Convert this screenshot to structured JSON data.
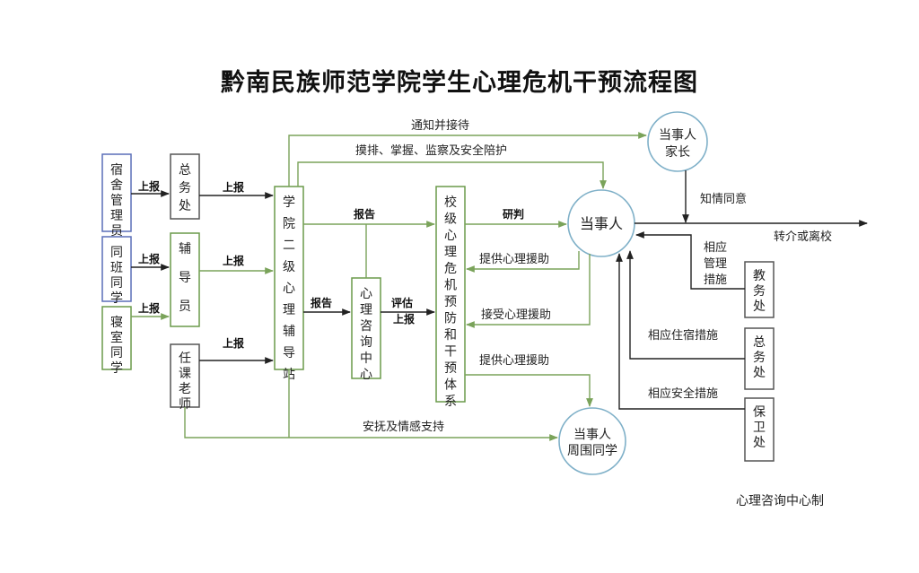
{
  "title": "黔南民族师范学院学生心理危机干预流程图",
  "footer": "心理咨询中心制",
  "boxes": {
    "dorm_manager": "宿舍管理员",
    "classmates": "同班同学",
    "roommates": "寝室同学",
    "general_affairs_top": "总务处",
    "counselor": "辅导员",
    "teacher": "任课老师",
    "college_station": "学院二级心理辅导站",
    "counseling_center": "心理咨询中心",
    "school_system": "校级心理危机预防和干预体系",
    "academic_affairs": "教务处",
    "general_affairs_right": "总务处",
    "security": "保卫处"
  },
  "circles": {
    "parents": [
      "当事人",
      "家长"
    ],
    "party": "当事人",
    "peers": [
      "当事人",
      "周围同学"
    ]
  },
  "labels": {
    "report_up": "上报",
    "notify": "通知并接待",
    "monitor": "摸排、掌握、监察及安全陪护",
    "report": "报告",
    "eval_report_1": "评估",
    "eval_report_2": "上报",
    "study": "研判",
    "provide_help": "提供心理援助",
    "accept_help": "接受心理援助",
    "comfort": "安抚及情感支持",
    "consent": "知情同意",
    "transfer": "转介或离校",
    "mgmt_1": "相应",
    "mgmt_2": "管理",
    "mgmt_3": "措施",
    "housing": "相应住宿措施",
    "safety": "相应安全措施"
  }
}
